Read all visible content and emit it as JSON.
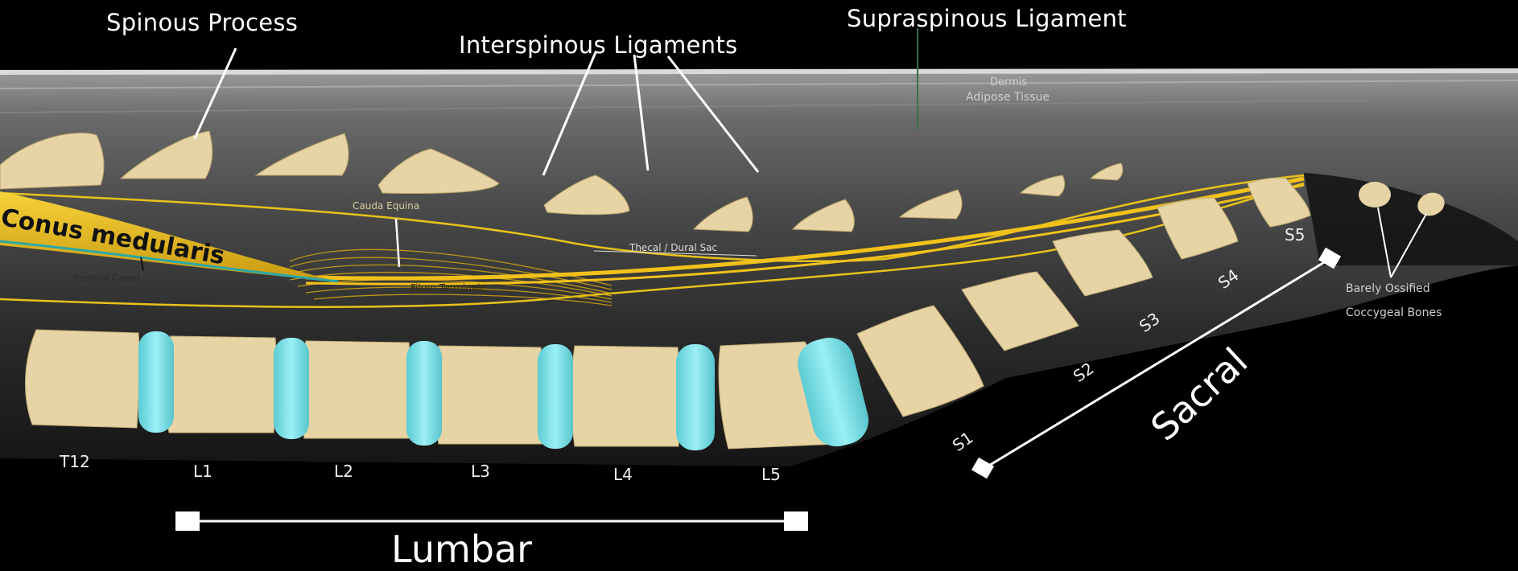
{
  "title_labels": {
    "spinous_process": "Spinous Process",
    "interspinous_ligaments": "Interspinous Ligaments",
    "supraspinous_ligament": "Supraspinous Ligament",
    "dermis": "Dermis",
    "adipose_tissue": "Adipose Tissue",
    "conus_medullaris": "Conus medularis",
    "central_canal": "Central Canal",
    "cauda_equina": "Cauda Equina",
    "filum_terminale": "Filum Terminale",
    "thecal_dural_sac": "Thecal / Dural Sac",
    "barely_ossified": "Barely Ossified",
    "coccygeal_bones": "Coccygeal Bones"
  },
  "vertebrae": {
    "t12": "T12",
    "l1": "L1",
    "l2": "L2",
    "l3": "L3",
    "l4": "L4",
    "l5": "L5",
    "s1": "S1",
    "s2": "S2",
    "s3": "S3",
    "s4": "S4",
    "s5": "S5"
  },
  "regions": {
    "lumbar": "Lumbar",
    "sacral": "Sacral"
  },
  "colors": {
    "bone": "#e6d4a4",
    "disc": "#7fdfe6",
    "nerve": "#f2c21a",
    "background": "#000000",
    "tissue": "#5a5a5a"
  }
}
